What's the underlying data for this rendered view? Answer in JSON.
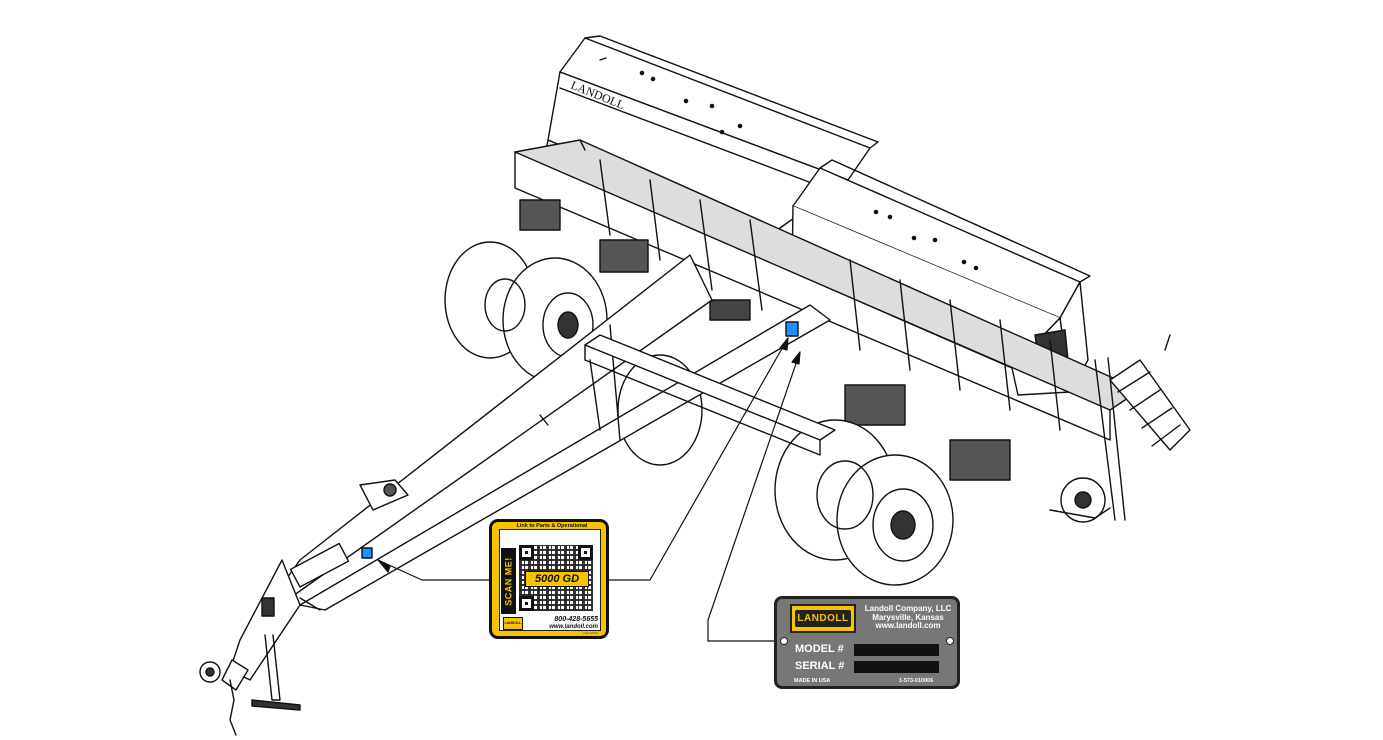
{
  "qr_decal": {
    "caption": "Link to Parts & Operational Manuals",
    "scan_text": "SCAN ME!",
    "model": "5000 GD",
    "phone": "800-428-5655",
    "web": "www.landoll.com",
    "part_no": "F16-10016",
    "logo_text": "LANDOLL"
  },
  "serial_plate": {
    "logo_text": "LANDOLL",
    "company_lines": [
      "Landoll Company, LLC",
      "Marysville, Kansas",
      "www.landoll.com"
    ],
    "model_label": "MODEL #",
    "serial_label": "SERIAL #",
    "made_in": "MADE IN USA",
    "part_no": "1-573-010006"
  },
  "colors": {
    "decal_yellow": "#f5c400",
    "plate_gray": "#777777",
    "callout_blue": "#1e90ff"
  }
}
